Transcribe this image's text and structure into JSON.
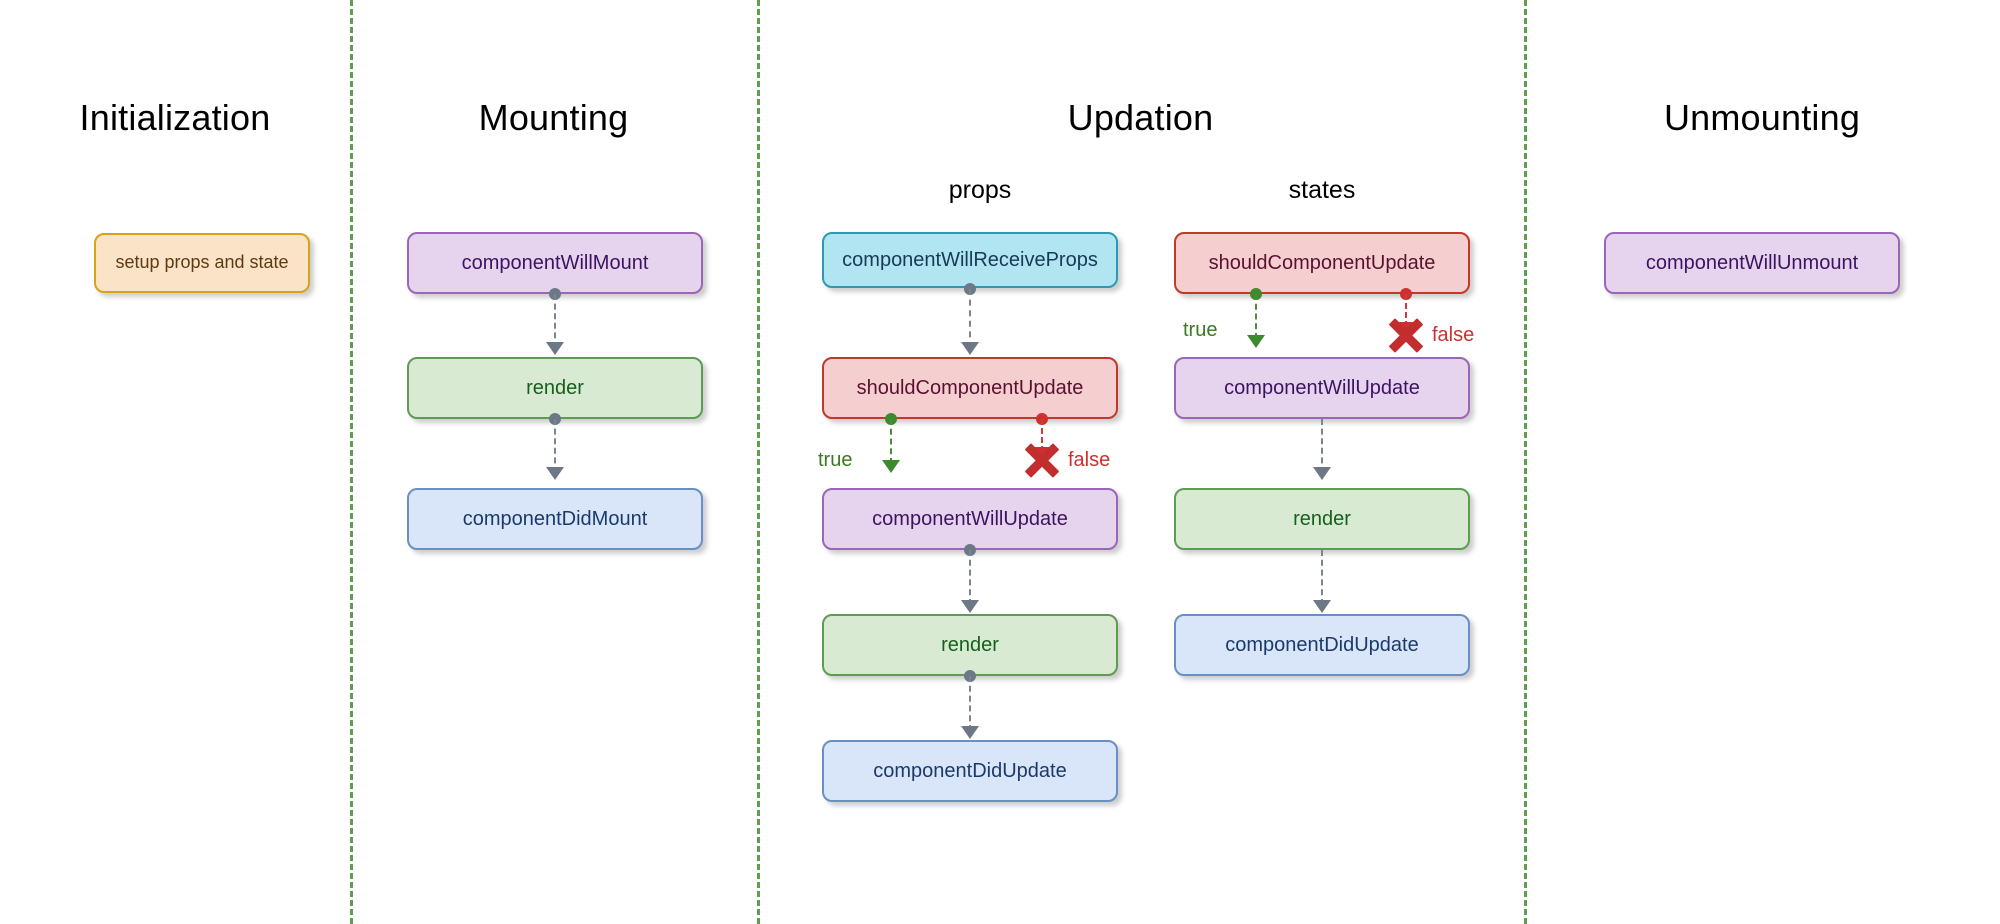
{
  "diagram": {
    "title_initialization": "Initialization",
    "title_mounting": "Mounting",
    "title_updation": "Updation",
    "title_unmounting": "Unmounting",
    "subtitle_props": "props",
    "subtitle_states": "states",
    "labels": {
      "setup_props_and_state": "setup props and state",
      "component_will_mount": "componentWillMount",
      "render_mounting": "render",
      "component_did_mount": "componentDidMount",
      "component_will_receive_props": "componentWillReceiveProps",
      "should_component_update_props": "shouldComponentUpdate",
      "component_will_update_props": "componentWillUpdate",
      "render_props": "render",
      "component_did_update_props": "componentDidUpdate",
      "should_component_update_states": "shouldComponentUpdate",
      "component_will_update_states": "componentWillUpdate",
      "render_states": "render",
      "component_did_update_states": "componentDidUpdate",
      "component_will_unmount": "componentWillUnmount",
      "true_props": "true",
      "false_props": "false",
      "true_states": "true",
      "false_states": "false"
    },
    "colors": {
      "divider": "#5f9e4f",
      "orange_fill": "#fbe3c8",
      "orange_border": "#d6a419",
      "purple_fill": "#e6d4ef",
      "purple_border": "#9a66b5",
      "green_fill": "#d9ead3",
      "green_border": "#5e9b55",
      "blue_fill": "#d9e6fa",
      "blue_border": "#6a8fc4",
      "cyan_fill": "#b2e5f2",
      "cyan_border": "#2e9aaf",
      "red_fill": "#f5cfcf",
      "red_border": "#c0392b",
      "true_branch": "#3c7a22",
      "false_branch": "#cf2f2f",
      "connector": "#7a8494"
    }
  }
}
